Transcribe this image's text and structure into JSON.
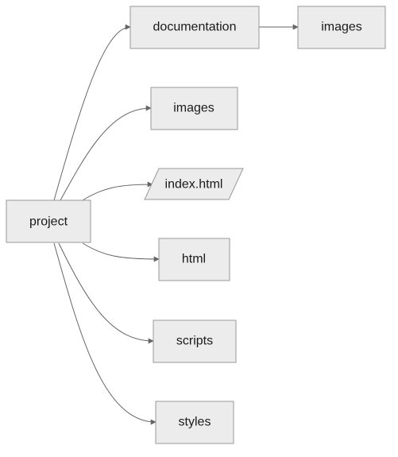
{
  "diagram": {
    "nodes": {
      "project": "project",
      "documentation": "documentation",
      "doc_images": "images",
      "images": "images",
      "index_html": "index.html",
      "html": "html",
      "scripts": "scripts",
      "styles": "styles"
    },
    "edges": [
      {
        "from": "project",
        "to": "documentation"
      },
      {
        "from": "documentation",
        "to": "images"
      },
      {
        "from": "project",
        "to": "images"
      },
      {
        "from": "project",
        "to": "index.html"
      },
      {
        "from": "project",
        "to": "html"
      },
      {
        "from": "project",
        "to": "scripts"
      },
      {
        "from": "project",
        "to": "styles"
      }
    ],
    "colors": {
      "node_fill": "#ececec",
      "node_border": "#999999",
      "edge": "#666666",
      "text": "#1a1a1a"
    }
  }
}
